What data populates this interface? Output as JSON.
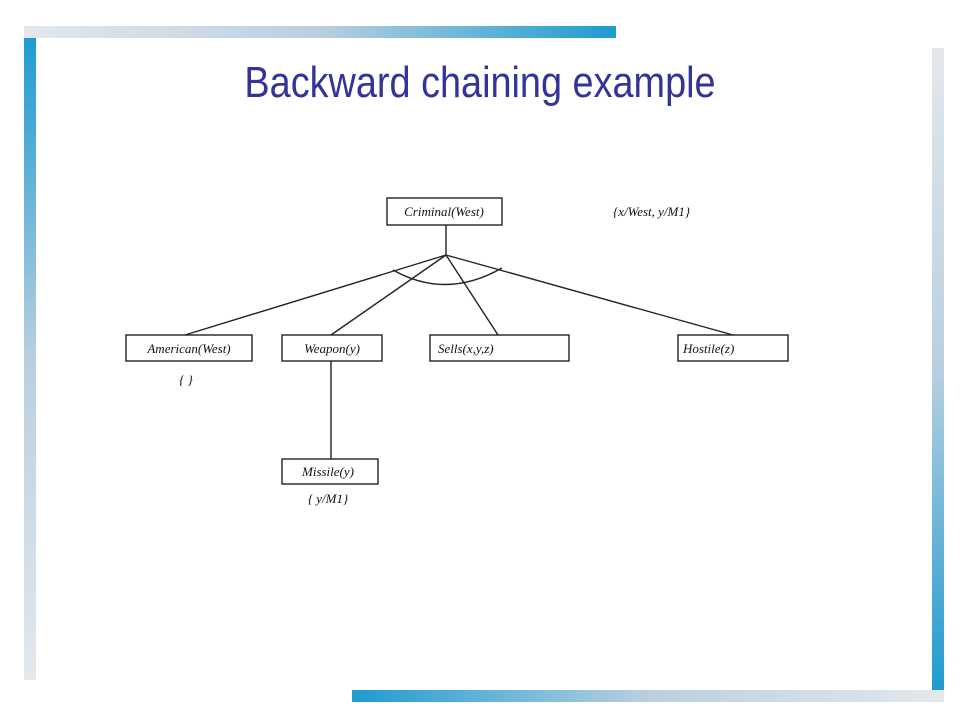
{
  "slide": {
    "title": "Backward chaining example"
  },
  "diagram": {
    "root": {
      "label": "Criminal(West)",
      "substitution": "{x/West, y/M1}"
    },
    "children": [
      {
        "label": "American(West)",
        "substitution": "{ }"
      },
      {
        "label": "Weapon(y)",
        "substitution": ""
      },
      {
        "label": "Sells(x,y,z)",
        "substitution": ""
      },
      {
        "label": "Hostile(z)",
        "substitution": ""
      }
    ],
    "grandchild": {
      "label": "Missile(y)",
      "substitution": "{ y/M1}"
    }
  },
  "colors": {
    "title": "#333399",
    "accent_bar": "#1e9bd0",
    "accent_bar_light": "#e4e8ec"
  }
}
